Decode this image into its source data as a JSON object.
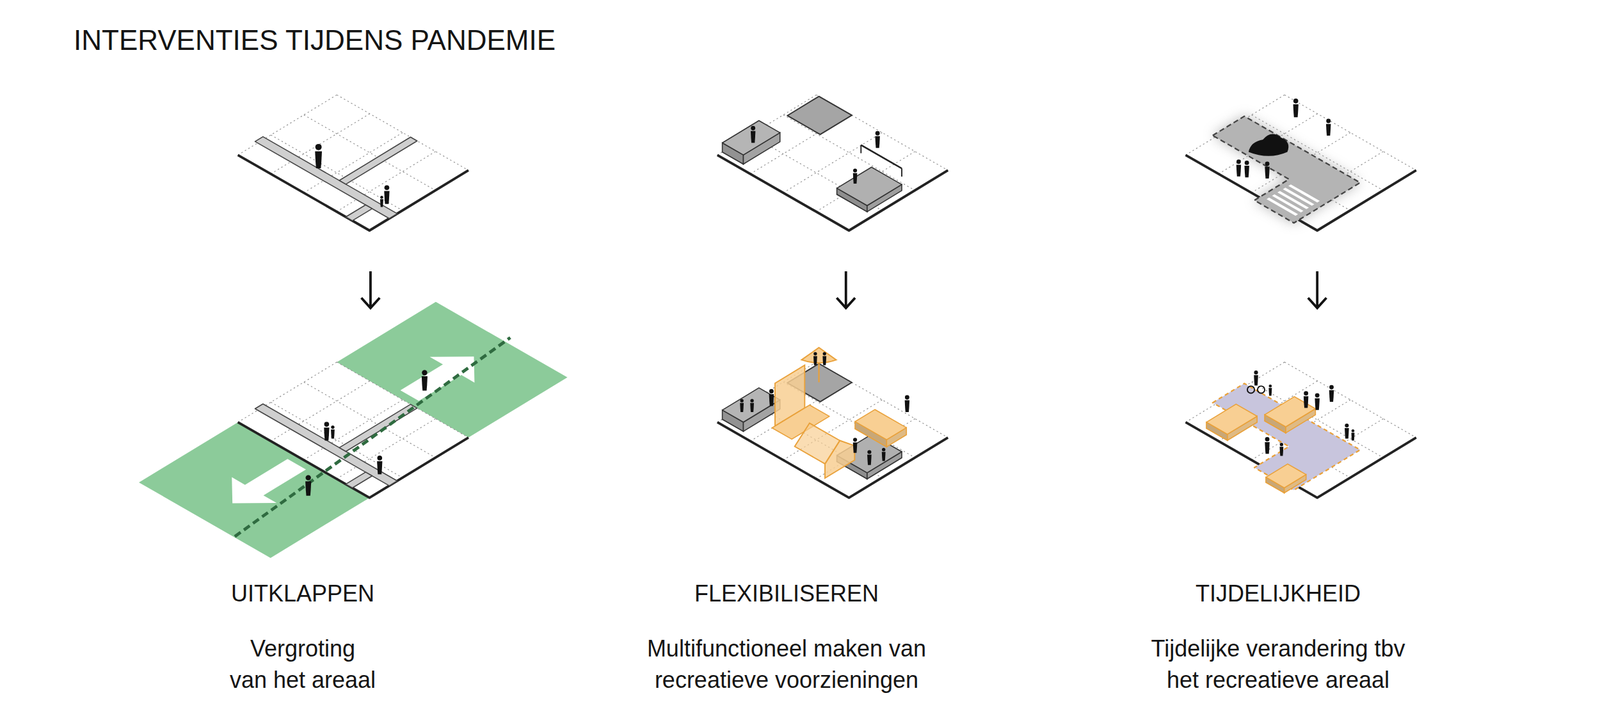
{
  "diagram": {
    "title": "INTERVENTIES TIJDENS PANDEMIE",
    "labels": [
      "UITKLAPPEN",
      "Vergroting van het areaal",
      "FLEXIBILISEREN",
      "Multifunctioneel maken van recreatieve voorzieningen",
      "TIJDELIJKHEID",
      "Tijdelijke verandering tbv het recreatieve areaal"
    ]
  }
}
